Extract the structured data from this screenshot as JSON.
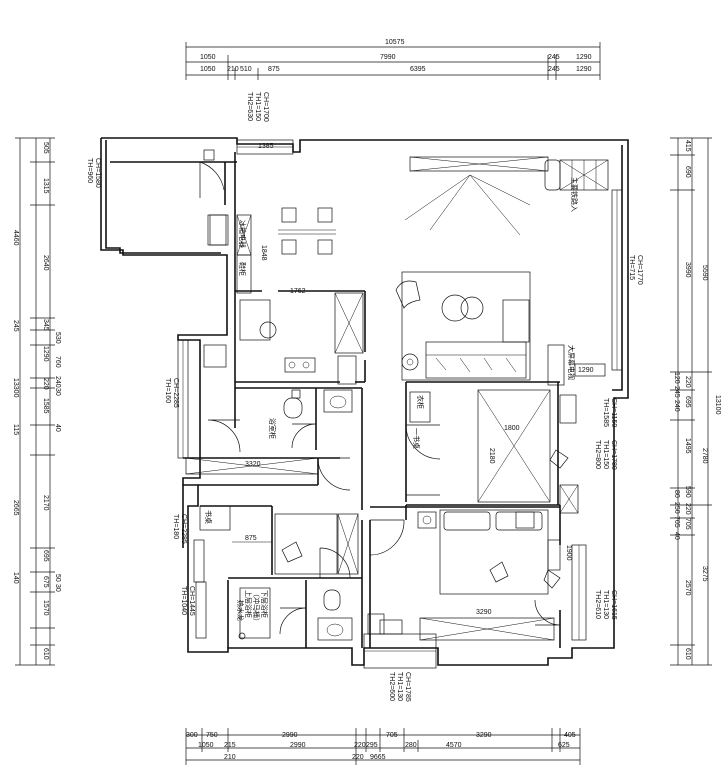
{
  "dimensions": {
    "top_overall": "10575",
    "top_row1": [
      "1050",
      "7990",
      "245",
      "1290"
    ],
    "top_row2": [
      "1050",
      "210",
      "510",
      "875",
      "6395",
      "245",
      "1290"
    ],
    "left_col_outer": [
      "4460",
      "245",
      "13300",
      "115",
      "2665",
      "140"
    ],
    "left_col_inner": [
      "505",
      "1315",
      "2640",
      "345",
      "1290",
      "220",
      "1585",
      "2170",
      "695",
      "675",
      "1570",
      "610"
    ],
    "left_col_small": [
      "530",
      "760",
      "240",
      "30",
      "40",
      "50",
      "30"
    ],
    "right_col_outer": [
      "5590",
      "13100",
      "3275"
    ],
    "right_col_inner": [
      "415",
      "690",
      "3990",
      "220",
      "695",
      "1495",
      "2780",
      "220",
      "705",
      "2570",
      "590",
      "610"
    ],
    "right_col_small": [
      "120",
      "245",
      "240",
      "80",
      "250",
      "705",
      "40"
    ],
    "bottom_row1": [
      "300",
      "750",
      "2990",
      "705",
      "3290",
      "405"
    ],
    "bottom_row2": [
      "1050",
      "215",
      "2990",
      "220",
      "295",
      "280",
      "4570",
      "625"
    ],
    "bottom_overall": [
      "210",
      "220",
      "9665"
    ]
  },
  "window_notes": {
    "top": [
      "CH=1700",
      "TH1=150",
      "TH2=630"
    ],
    "left_top": [
      "CH=1580",
      "TH=960"
    ],
    "right_top": [
      "CH=1770",
      "TH=715"
    ],
    "left_mid": [
      "CH=2285",
      "TH=160"
    ],
    "right_mid1": [
      "CH=1150",
      "TH=1585"
    ],
    "right_mid2": [
      "CH=1780",
      "TH1=150",
      "TH2=800"
    ],
    "left_low": [
      "CH=2285",
      "TH=180"
    ],
    "left_low2": [
      "CH=1445",
      "TH=1040"
    ],
    "right_low": [
      "CH=1615",
      "TH1=130",
      "TH2=610"
    ],
    "bottom": [
      "CH=1785",
      "TH1=130",
      "TH2=600"
    ]
  },
  "room_labels": {
    "fridge": "冰箱电器",
    "shoe": "鞋柜",
    "living_entry": "主要铁路入",
    "tv": "大屏幕电视",
    "wardrobe1": "衣柜",
    "desk": "一书桌",
    "bath1": "浴室柜",
    "study": "书桌",
    "bath2": [
      "下层浴柜",
      "（冲马桶）",
      "上层浴柜",
      "热水龙"
    ]
  },
  "inner_dims": [
    "1385",
    "1848",
    "1762",
    "1290",
    "3320",
    "1800",
    "2180",
    "875",
    "1900",
    "3290"
  ]
}
